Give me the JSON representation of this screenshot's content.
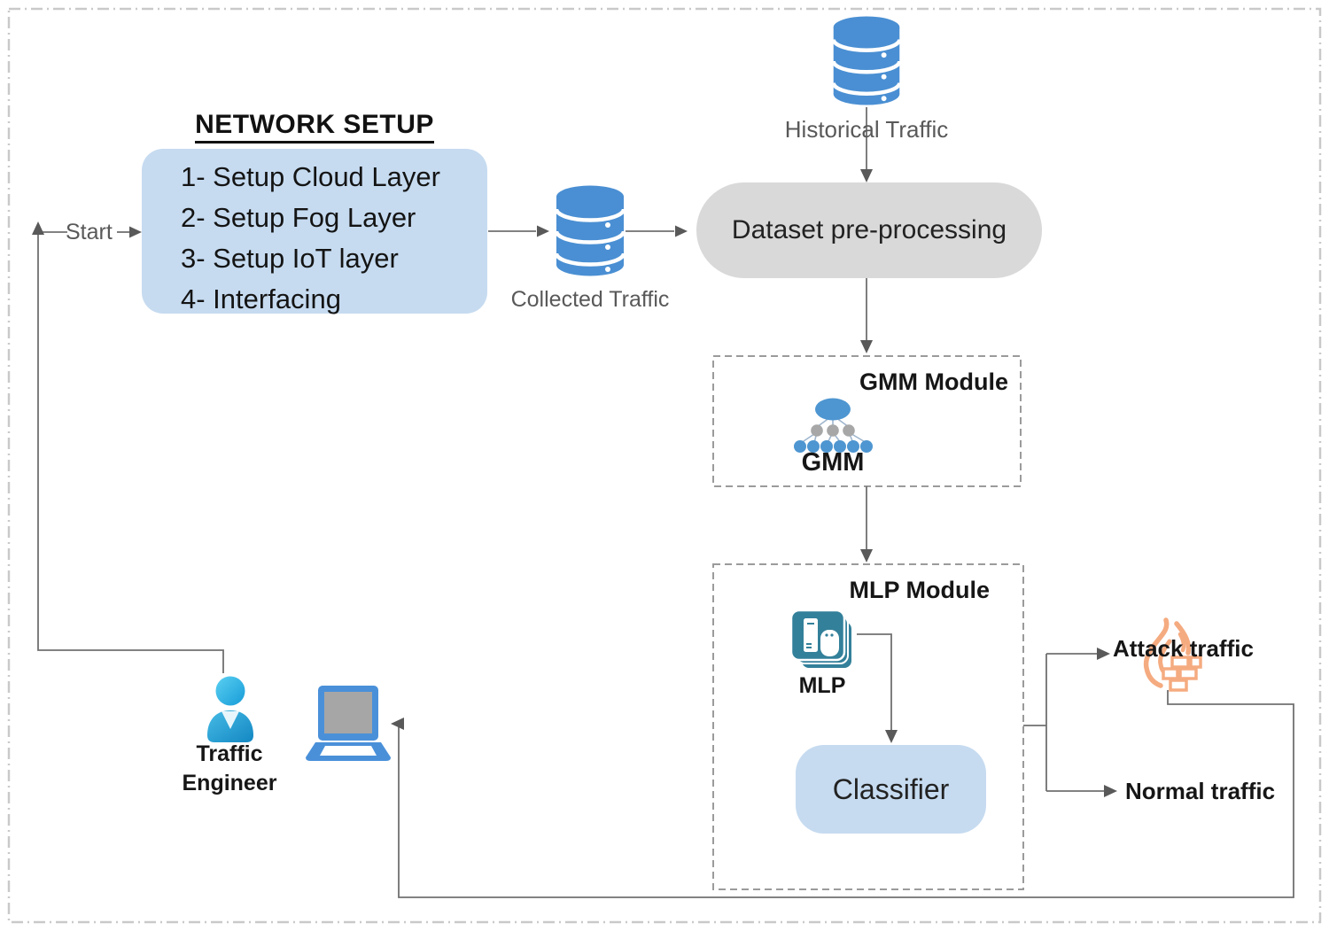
{
  "figure": {
    "network_setup": {
      "title": "NETWORK SETUP",
      "steps": [
        "1- Setup Cloud Layer",
        "2- Setup Fog Layer",
        "3- Setup IoT layer",
        "4- Interfacing"
      ]
    },
    "start_label": "Start",
    "collected_traffic_label": "Collected Traffic",
    "historical_traffic_label": "Historical Traffic",
    "dataset_preprocessing_label": "Dataset pre-processing",
    "gmm_module": {
      "title": "GMM Module",
      "icon_label": "GMM"
    },
    "mlp_module": {
      "title": "MLP Module",
      "icon_label": "MLP",
      "classifier_label": "Classifier"
    },
    "outputs": {
      "attack": "Attack traffic",
      "normal": "Normal traffic"
    },
    "actor": {
      "line1": "Traffic",
      "line2": "Engineer"
    },
    "icons": {
      "historical_database": "database-icon",
      "collected_database": "database-icon",
      "gmm": "gmm-mixture-tree-icon",
      "mlp": "mlp-server-stack-icon",
      "attack": "fire-firewall-icon",
      "engineer": "person-icon",
      "workstation": "laptop-icon"
    },
    "colors": {
      "box_blue": "#c6dbf0",
      "box_gray": "#d9d9d9",
      "database_blue": "#4a8fd3",
      "mlp_teal": "#33809a",
      "gmm_blue": "#4e96d1",
      "node_gray": "#a7a7a7",
      "fire_orange": "#f5ab80",
      "line_gray": "#707070",
      "arrow_gray": "#595959",
      "dashed_border": "#9b9b9b"
    }
  }
}
